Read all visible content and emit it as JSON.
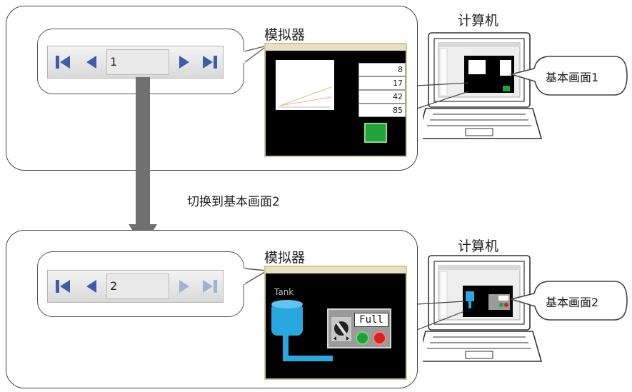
{
  "top": {
    "page_number": "1",
    "simulator_label": "模拟器",
    "computer_label": "计算机",
    "callout": "基本画面1",
    "values": [
      "8",
      "17",
      "42",
      "85"
    ]
  },
  "transition_label": "切换到基本画面2",
  "bottom": {
    "page_number": "2",
    "simulator_label": "模拟器",
    "computer_label": "计算机",
    "callout": "基本画面2",
    "tank_label": "Tank",
    "status_text": "Full"
  },
  "colors": {
    "nav_icon": "#3a5fa8",
    "nav_icon_disabled": "#9fb3d4",
    "arrow": "#707070",
    "pipe": "#29a8e0",
    "green": "#1fa33a",
    "red": "#d92020"
  },
  "icons": [
    "first-page-icon",
    "prev-page-icon",
    "next-page-icon",
    "last-page-icon"
  ]
}
